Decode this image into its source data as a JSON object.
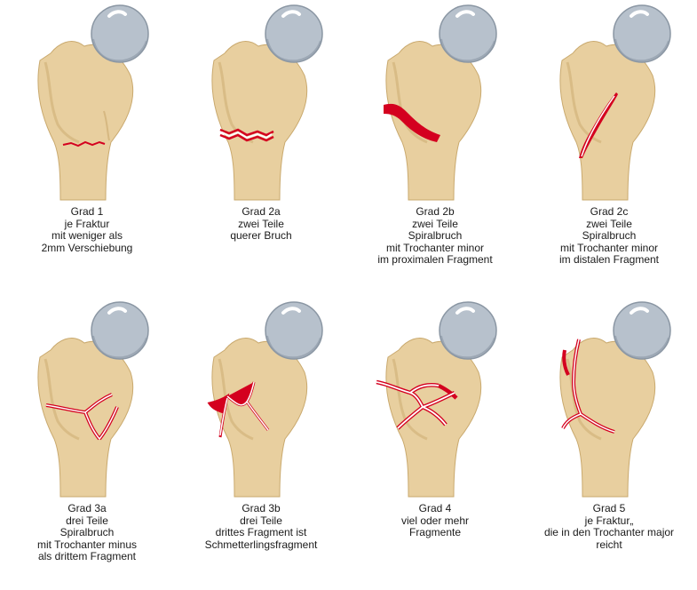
{
  "colors": {
    "bone": "#e8cf9f",
    "bone_shade": "#c9a96e",
    "head": "#b7c1cc",
    "head_shade": "#8a96a3",
    "fracture": "#d4001f"
  },
  "panels": [
    {
      "id": "grad-1",
      "lines": [
        "Grad 1",
        "je Fraktur",
        "mit weniger als",
        "2mm Verschiebung"
      ]
    },
    {
      "id": "grad-2a",
      "lines": [
        "Grad 2a",
        "zwei Teile",
        "querer Bruch"
      ]
    },
    {
      "id": "grad-2b",
      "lines": [
        "Grad 2b",
        "zwei Teile",
        "Spiralbruch",
        "mit Trochanter minor",
        "im proximalen Fragment"
      ]
    },
    {
      "id": "grad-2c",
      "lines": [
        "Grad 2c",
        "zwei Teile",
        "Spiralbruch",
        "mit Trochanter minor",
        "im distalen Fragment"
      ]
    },
    {
      "id": "grad-3a",
      "lines": [
        "Grad 3a",
        "drei Teile",
        "Spiralbruch",
        "mit Trochanter minus",
        "als drittem Fragment"
      ]
    },
    {
      "id": "grad-3b",
      "lines": [
        "Grad 3b",
        "drei Teile",
        "drittes Fragment ist",
        "Schmetterlingsfragment"
      ]
    },
    {
      "id": "grad-4",
      "lines": [
        "Grad 4",
        "viel oder mehr",
        "Fragmente"
      ]
    },
    {
      "id": "grad-5",
      "lines": [
        "Grad 5",
        "je Fraktur„",
        "die in den Trochanter major",
        "reicht"
      ]
    }
  ]
}
